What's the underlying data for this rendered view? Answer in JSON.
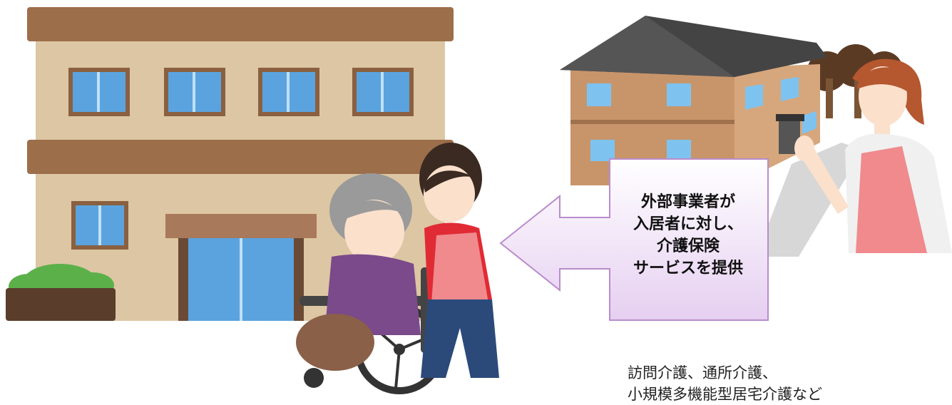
{
  "callout": {
    "lines": [
      "外部事業者が",
      "入居者に対し、",
      "介護保険",
      "サービスを提供"
    ]
  },
  "services": {
    "lines": [
      "訪問介護、通所介護、",
      "小規模多機能型居宅介護など"
    ]
  },
  "colors": {
    "building_wall": "#ddc6a3",
    "building_roof": "#9c6e4a",
    "window_glass": "#5aa3df",
    "callout_fill": "#f2e6f7",
    "callout_border": "#b98ccb",
    "apron_pink": "#f08a8d",
    "hair_gray": "#9a9a9a"
  },
  "icons": [
    "apartment-building",
    "house",
    "wheelchair",
    "caregiver",
    "elderly-woman",
    "left-arrow-callout"
  ]
}
